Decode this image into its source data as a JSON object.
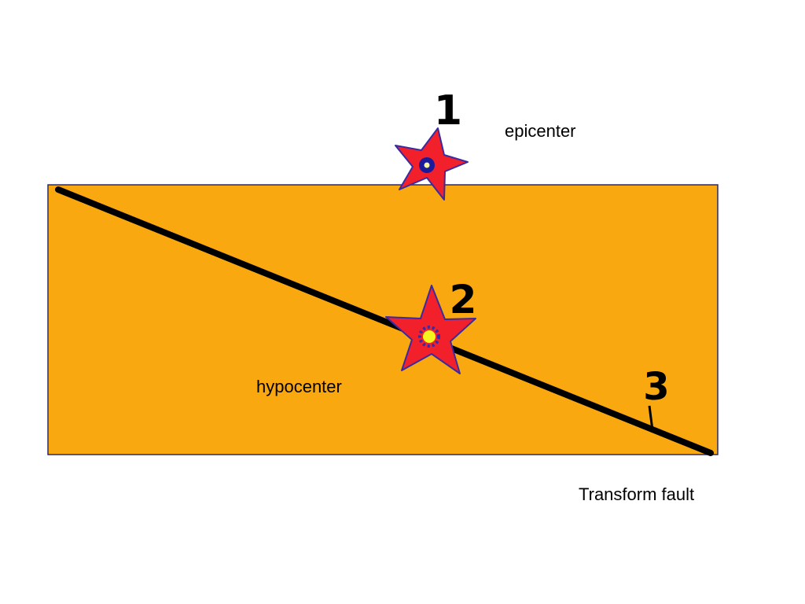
{
  "labels": {
    "epicenter": "epicenter",
    "hypocenter": "hypocenter",
    "transform_fault": "Transform fault"
  },
  "markers": {
    "one": "1",
    "two": "2",
    "three": "3"
  },
  "colors": {
    "crust": "#FAA810",
    "star": "#F2202A",
    "star_outline": "#3A2BA0",
    "fault_line": "#000000",
    "hypocenter_burst": "#F5F51E"
  }
}
